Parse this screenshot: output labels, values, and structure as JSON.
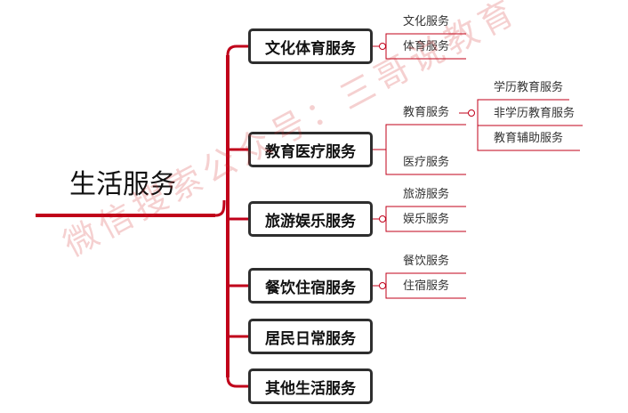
{
  "colors": {
    "accent": "#c0001a",
    "node_border": "#2e2e2e",
    "watermark": "#d22828"
  },
  "watermark": "微信搜索公众号：三哥说教育",
  "root": {
    "title": "生活服务"
  },
  "branches": [
    {
      "label": "文化体育服务",
      "children": [
        {
          "label": "文化服务"
        },
        {
          "label": "体育服务"
        }
      ]
    },
    {
      "label": "教育医疗服务",
      "children": [
        {
          "label": "教育服务",
          "children": [
            {
              "label": "学历教育服务"
            },
            {
              "label": "非学历教育服务"
            },
            {
              "label": "教育辅助服务"
            }
          ]
        },
        {
          "label": "医疗服务"
        }
      ]
    },
    {
      "label": "旅游娱乐服务",
      "children": [
        {
          "label": "旅游服务"
        },
        {
          "label": "娱乐服务"
        }
      ]
    },
    {
      "label": "餐饮住宿服务",
      "children": [
        {
          "label": "餐饮服务"
        },
        {
          "label": "住宿服务"
        }
      ]
    },
    {
      "label": "居民日常服务"
    },
    {
      "label": "其他生活服务"
    }
  ]
}
